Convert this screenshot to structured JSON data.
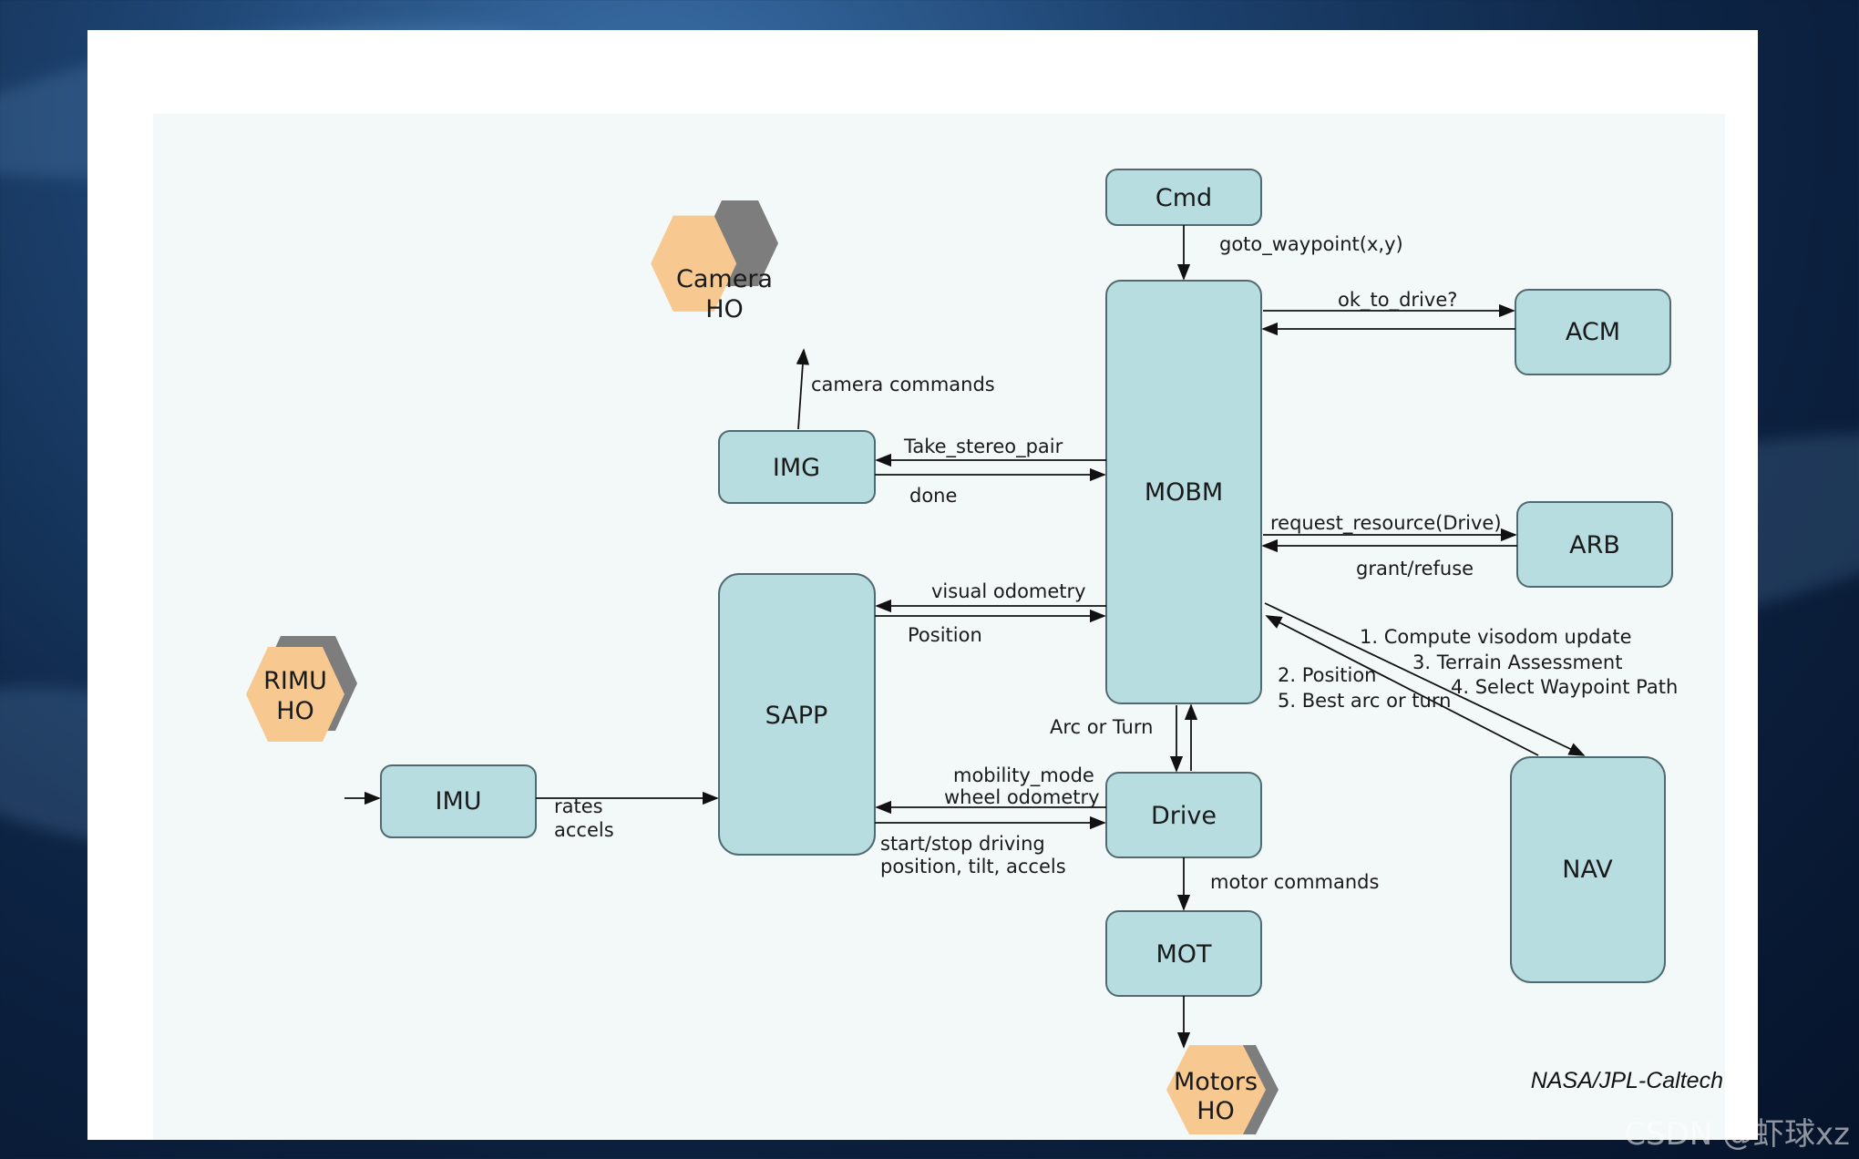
{
  "nodes": {
    "cmd": "Cmd",
    "mobm": "MOBM",
    "acm": "ACM",
    "arb": "ARB",
    "img": "IMG",
    "sapp": "SAPP",
    "imu": "IMU",
    "drive": "Drive",
    "mot": "MOT",
    "nav": "NAV",
    "camera_ho": [
      "Camera",
      "HO"
    ],
    "rimu_ho": [
      "RIMU",
      "HO"
    ],
    "motors_ho": [
      "Motors",
      "HO"
    ]
  },
  "labels": {
    "goto_waypoint": "goto_waypoint(x,y)",
    "ok_to_drive": "ok_to_drive?",
    "camera_commands": "camera commands",
    "take_stereo_pair": "Take_stereo_pair",
    "done": "done",
    "request_resource": "request_resource(Drive)",
    "grant_refuse": "grant/refuse",
    "visual_odometry": "visual odometry",
    "position": "Position",
    "nav_1": "1. Compute visodom update",
    "nav_3": "3. Terrain Assessment",
    "nav_4": "4. Select Waypoint Path",
    "nav_2": "2. Position",
    "nav_5": "5. Best arc or turn",
    "arc_or_turn": "Arc or Turn",
    "mobility_mode": "mobility_mode",
    "wheel_odometry": "wheel odometry",
    "start_stop": "start/stop driving",
    "position_tilt": "position, tilt, accels",
    "rates": "rates",
    "accels": "accels",
    "motor_commands": "motor commands"
  },
  "credit": "NASA/JPL-Caltech",
  "watermark": "CSDN @虾球xz",
  "colors": {
    "node_fill": "#b7dde1",
    "hex_fill": "#f7c88f",
    "hex_shadow": "#7d7d7d",
    "diagram_bg": "#f3f9f8"
  }
}
